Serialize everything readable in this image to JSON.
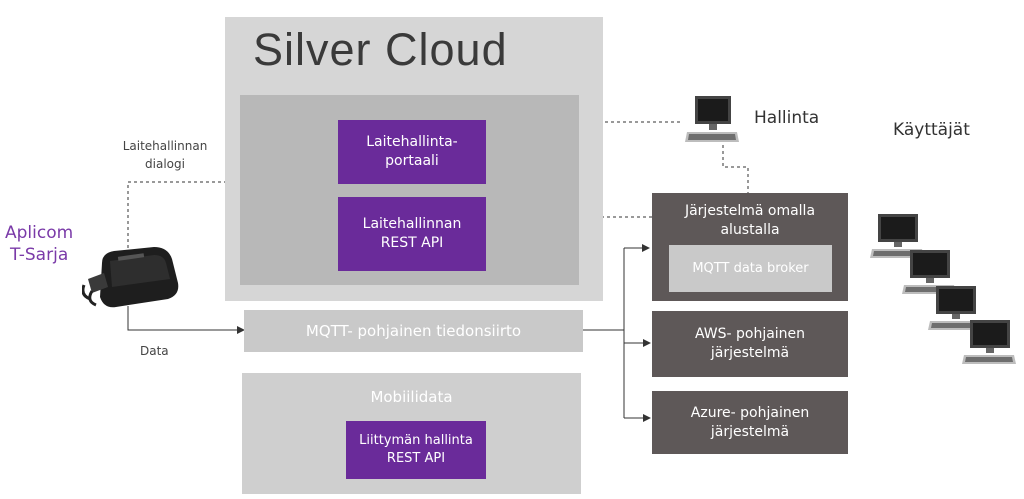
{
  "cloud": {
    "title": "Silver Cloud"
  },
  "boxes": {
    "portal": [
      "Laitehallinta-",
      "portaali"
    ],
    "rest_api": [
      "Laitehallinnan",
      "REST API"
    ],
    "mqtt_transfer": "MQTT- pohjainen tiedonsiirto",
    "mobile_data": "Mobiilidata",
    "subscription_api": [
      "Liittymän hallinta",
      "REST API"
    ],
    "own_platform": [
      "Järjestelmä omalla",
      "alustalla"
    ],
    "mqtt_broker": "MQTT data broker",
    "aws": [
      "AWS- pohjainen",
      "järjestelmä"
    ],
    "azure": [
      "Azure- pohjainen",
      "järjestelmä"
    ]
  },
  "labels": {
    "device_dialog": [
      "Laitehallinnan",
      "dialogi"
    ],
    "data": "Data",
    "device": [
      "Aplicom",
      "T-Sarja"
    ],
    "admin": "Hallinta",
    "users": "Käyttäjät"
  },
  "colors": {
    "purple": "#6a2b9a",
    "aplicom_text": "#7a3aa8",
    "dark_box": "#5e5858",
    "light_box": "#c9c9c9"
  },
  "icons": {
    "device": "telematics-device-icon",
    "admin": "desktop-computer-icon",
    "users": "desktop-computer-group-icon"
  }
}
